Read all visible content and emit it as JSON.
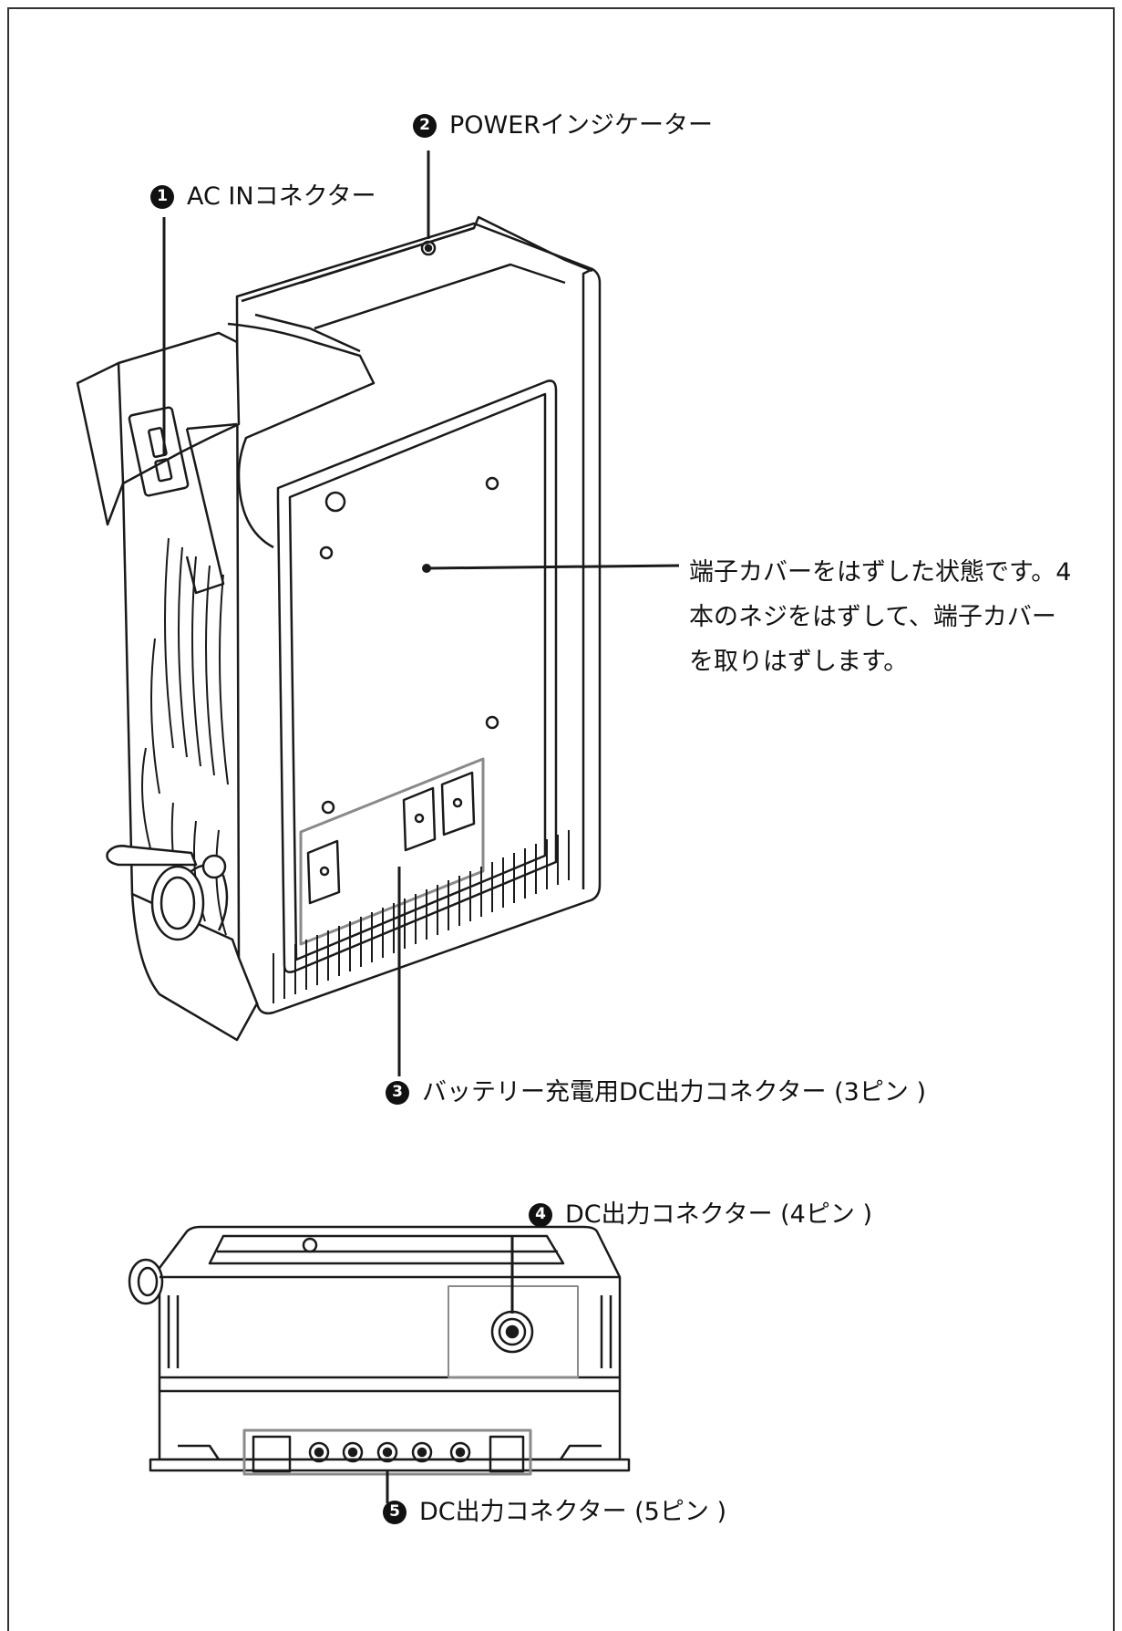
{
  "callouts": [
    {
      "number": "1",
      "label": "AC INコネクター"
    },
    {
      "number": "2",
      "label": "POWERインジケーター"
    },
    {
      "number": "3",
      "label": "バッテリー充電用DC出力コネクター (3ピン )"
    },
    {
      "number": "4",
      "label": "DC出力コネクター (4ピン )"
    },
    {
      "number": "5",
      "label": "DC出力コネクター (5ピン )"
    }
  ],
  "note": {
    "lines": [
      "端子カバーをはずした状態です。4",
      "本のネジをはずして、端子カバー",
      "を取りはずします。"
    ]
  },
  "colors": {
    "ink": "#1a1a1a",
    "frame": "#333333",
    "panel_outline": "#8a8a8a",
    "background": "#ffffff"
  }
}
